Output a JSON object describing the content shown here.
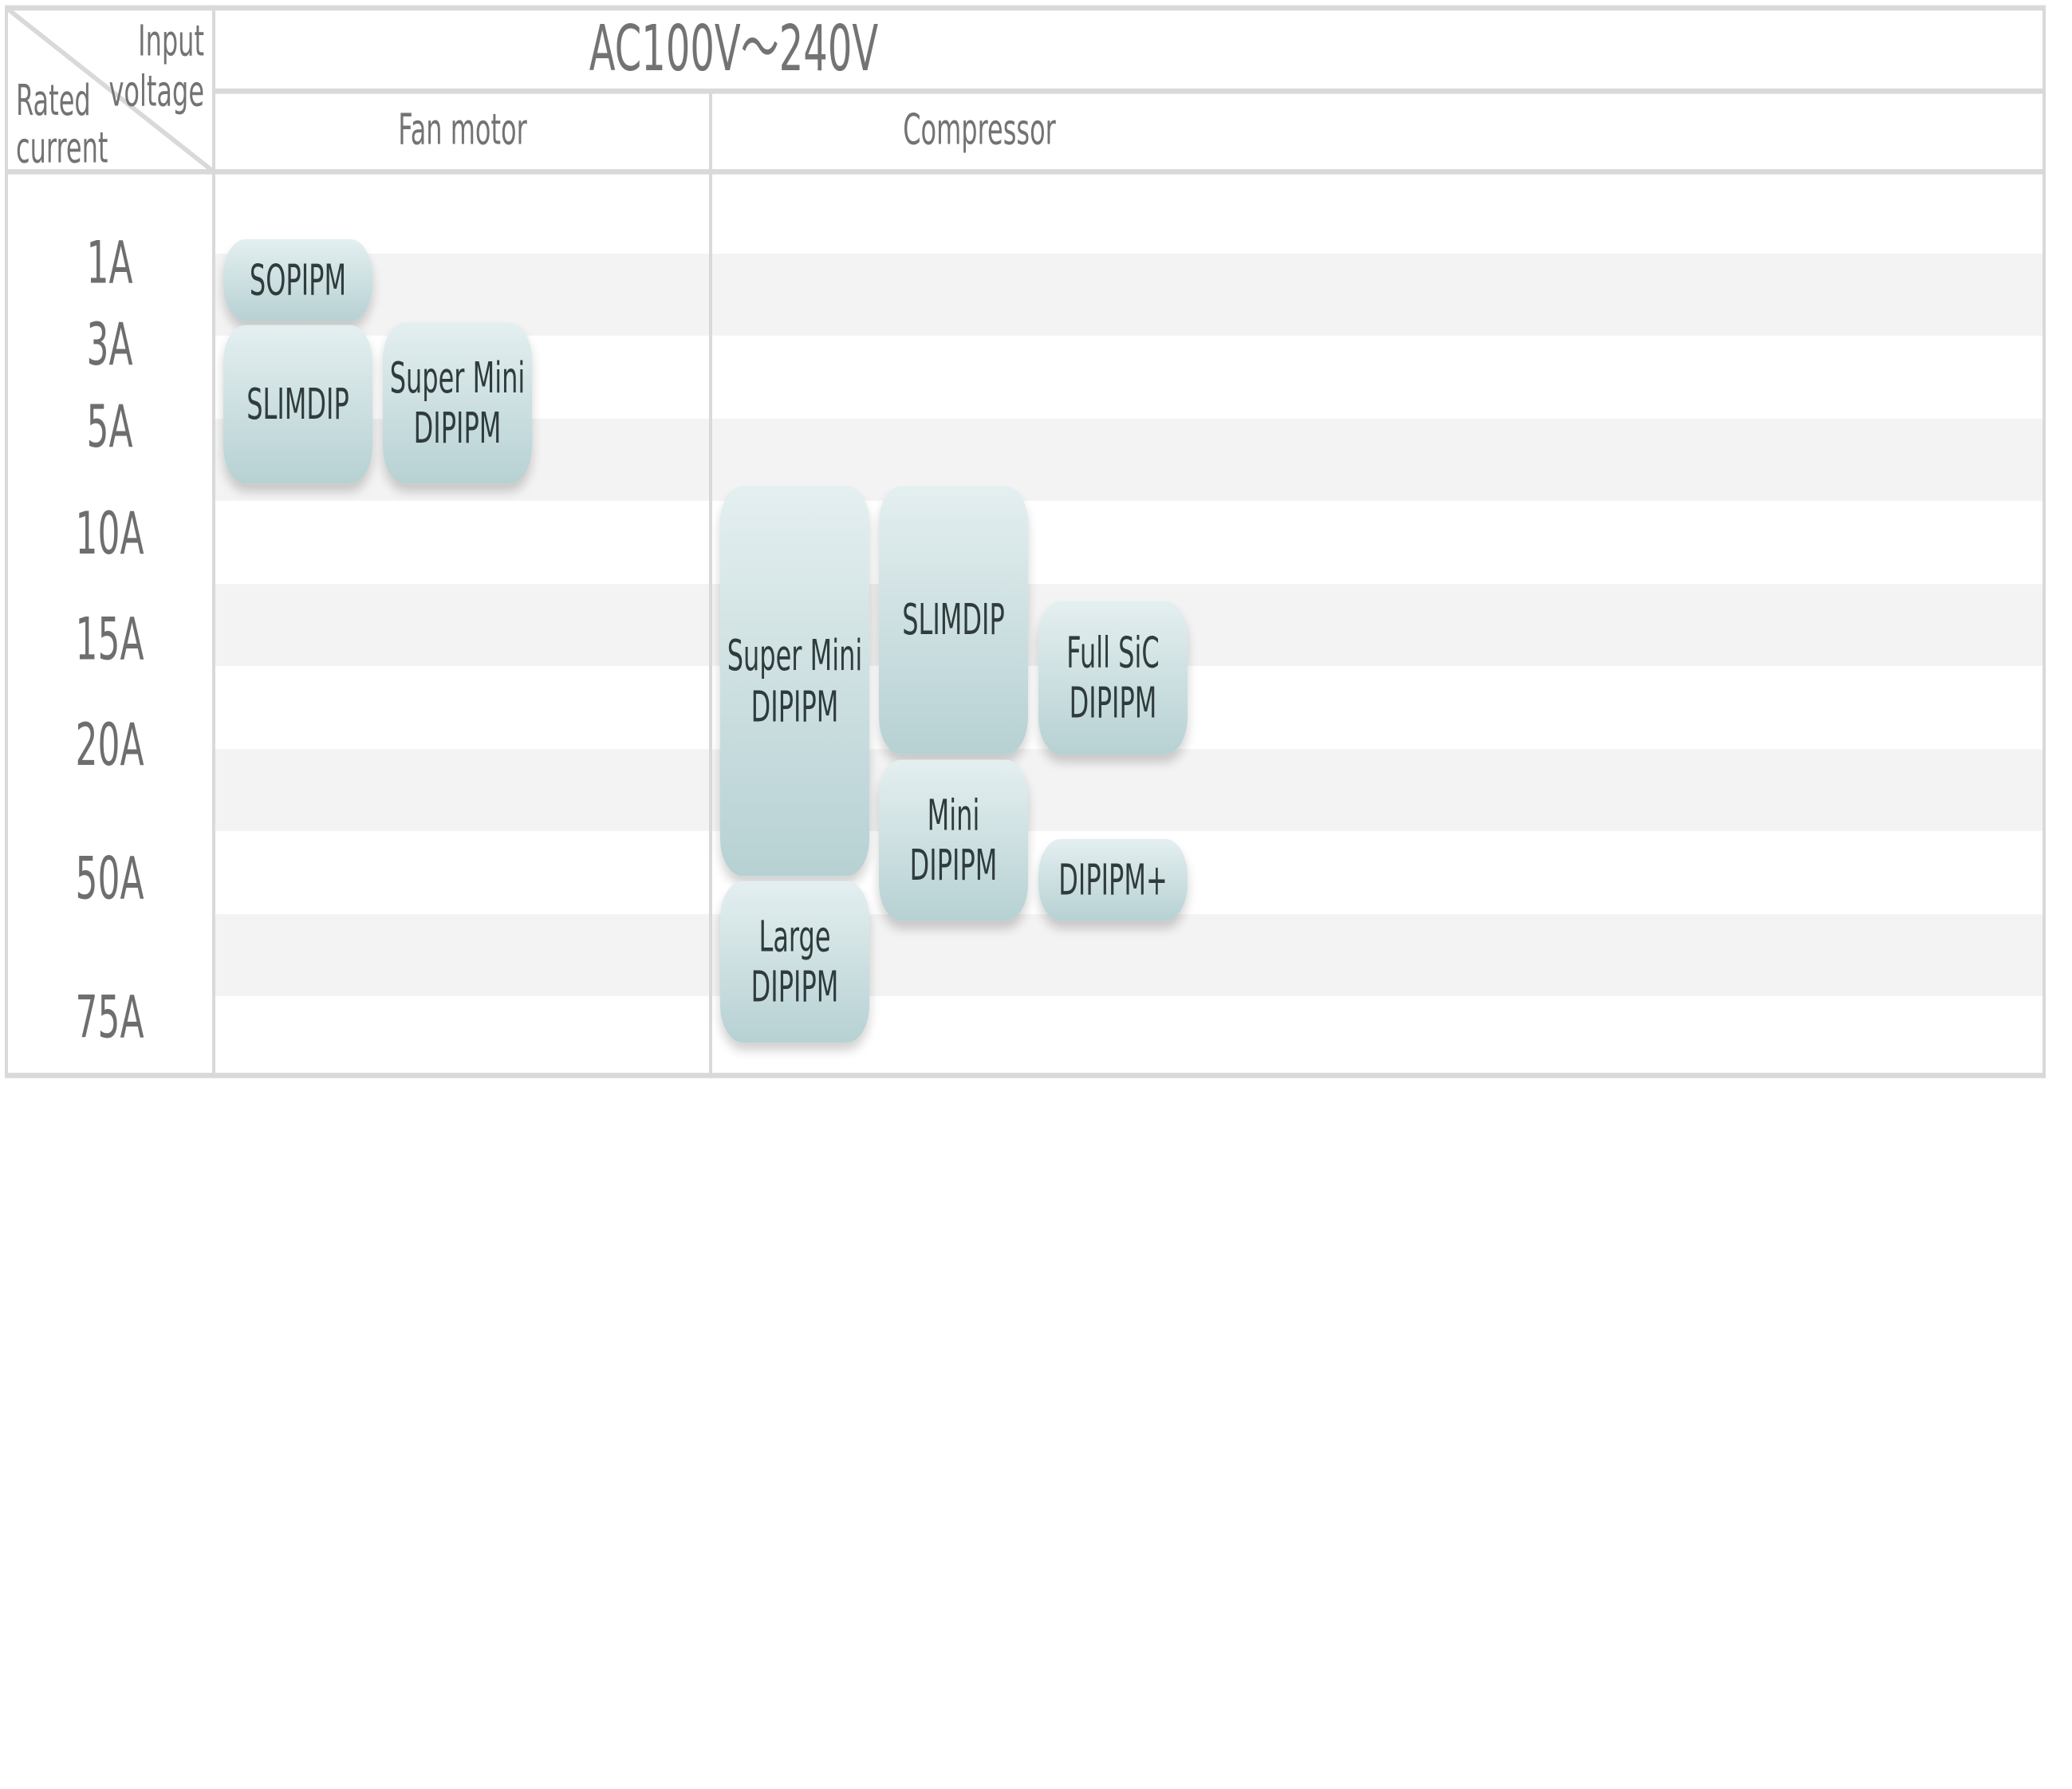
{
  "header": {
    "input_voltage_label": "Input\nvoltage",
    "rated_current_label": "Rated\ncurrent",
    "voltage_range": "AC100V～240V",
    "columns": [
      "Fan motor",
      "Compressor"
    ]
  },
  "rated_currents": [
    "1A",
    "3A",
    "5A",
    "10A",
    "15A",
    "20A",
    "50A",
    "75A"
  ],
  "modules": {
    "fan": [
      {
        "label": "SOPIPM"
      },
      {
        "label": "SLIMDIP"
      },
      {
        "label": "Super Mini\nDIPIPM"
      }
    ],
    "compressor": [
      {
        "label": "Super Mini\nDIPIPM"
      },
      {
        "label": "Large\nDIPIPM"
      },
      {
        "label": "SLIMDIP"
      },
      {
        "label": "Mini\nDIPIPM"
      },
      {
        "label": "Full SiC\nDIPIPM"
      },
      {
        "label": "DIPIPM+"
      }
    ]
  },
  "colors": {
    "grid": "#d9d9d9",
    "band": "#f3f3f3",
    "chip_top": "#e4eff0",
    "chip_bottom": "#b7d1d3",
    "text": "#737373"
  }
}
